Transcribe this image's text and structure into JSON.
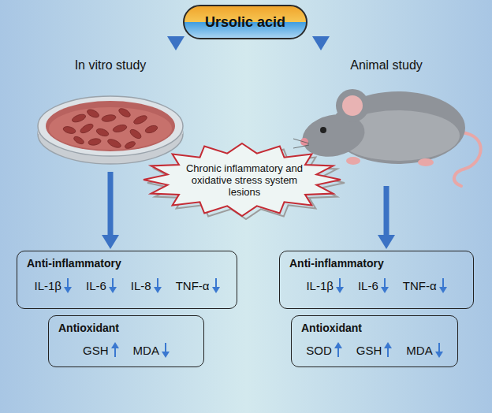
{
  "diagram": {
    "nodes": [
      {
        "text": [
          "Ursolic acid"
        ]
      },
      {
        "text": [
          "In vitro study"
        ]
      },
      {
        "text": [
          "Animal study"
        ]
      },
      {
        "text": [
          "Chronic inflammatory and oxidative stress system lesions"
        ]
      },
      {
        "text": [
          "Anti-inflammatory",
          "IL-1β",
          "IL-6",
          "IL-8",
          "TNF-α"
        ]
      },
      {
        "text": [
          "Antioxidant",
          "GSH",
          "MDA"
        ]
      },
      {
        "text": [
          "Anti-inflammatory",
          "IL-1β",
          "IL-6",
          "TNF-α"
        ]
      },
      {
        "text": [
          "Antioxidant",
          "SOD",
          "GSH",
          "MDA"
        ]
      }
    ],
    "edges": [
      {
        "from": 0,
        "to": 1,
        "arrow": "to"
      },
      {
        "from": 0,
        "to": 2,
        "arrow": "to"
      },
      {
        "from": 1,
        "to": 4,
        "arrow": "to"
      },
      {
        "from": 2,
        "to": 6,
        "arrow": "to"
      }
    ]
  }
}
